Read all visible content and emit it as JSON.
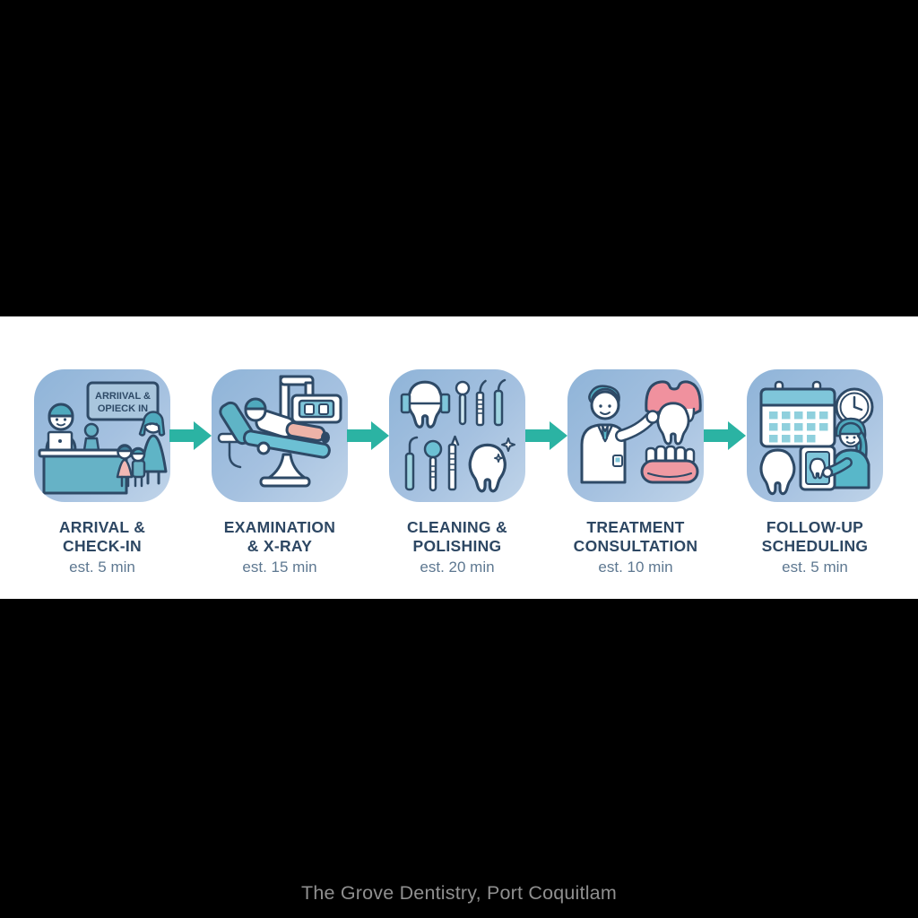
{
  "colors": {
    "page_bg": "#000000",
    "band_bg": "#ffffff",
    "arrow": "#2bb3a3",
    "title": "#2d4763",
    "subtitle": "#5e7891",
    "caption": "#8f8f8f",
    "tile_top": "#8fb4d8",
    "tile_bottom": "#c0d4e9"
  },
  "steps": [
    {
      "icon": "reception-check-in-icon",
      "title_line1": "ARRIVAL &",
      "title_line2": "CHECK-IN",
      "duration": "est. 5 min",
      "sign_line1": "ARRIIVAL &",
      "sign_line2": "OPIECK IN"
    },
    {
      "icon": "dental-chair-xray-icon",
      "title_line1": "EXAMINATION",
      "title_line2": "& X-RAY",
      "duration": "est. 15 min"
    },
    {
      "icon": "dental-tools-icon",
      "title_line1": "CLEANING &",
      "title_line2": "POLISHING",
      "duration": "est. 20 min"
    },
    {
      "icon": "dentist-teeth-model-icon",
      "title_line1": "TREATMENT",
      "title_line2": "CONSULTATION",
      "duration": "est. 10 min"
    },
    {
      "icon": "calendar-scheduling-icon",
      "title_line1": "FOLLOW-UP",
      "title_line2": "SCHEDULING",
      "duration": "est. 5 min"
    }
  ],
  "footer": {
    "caption": "The Grove Dentistry, Port Coquitlam"
  }
}
